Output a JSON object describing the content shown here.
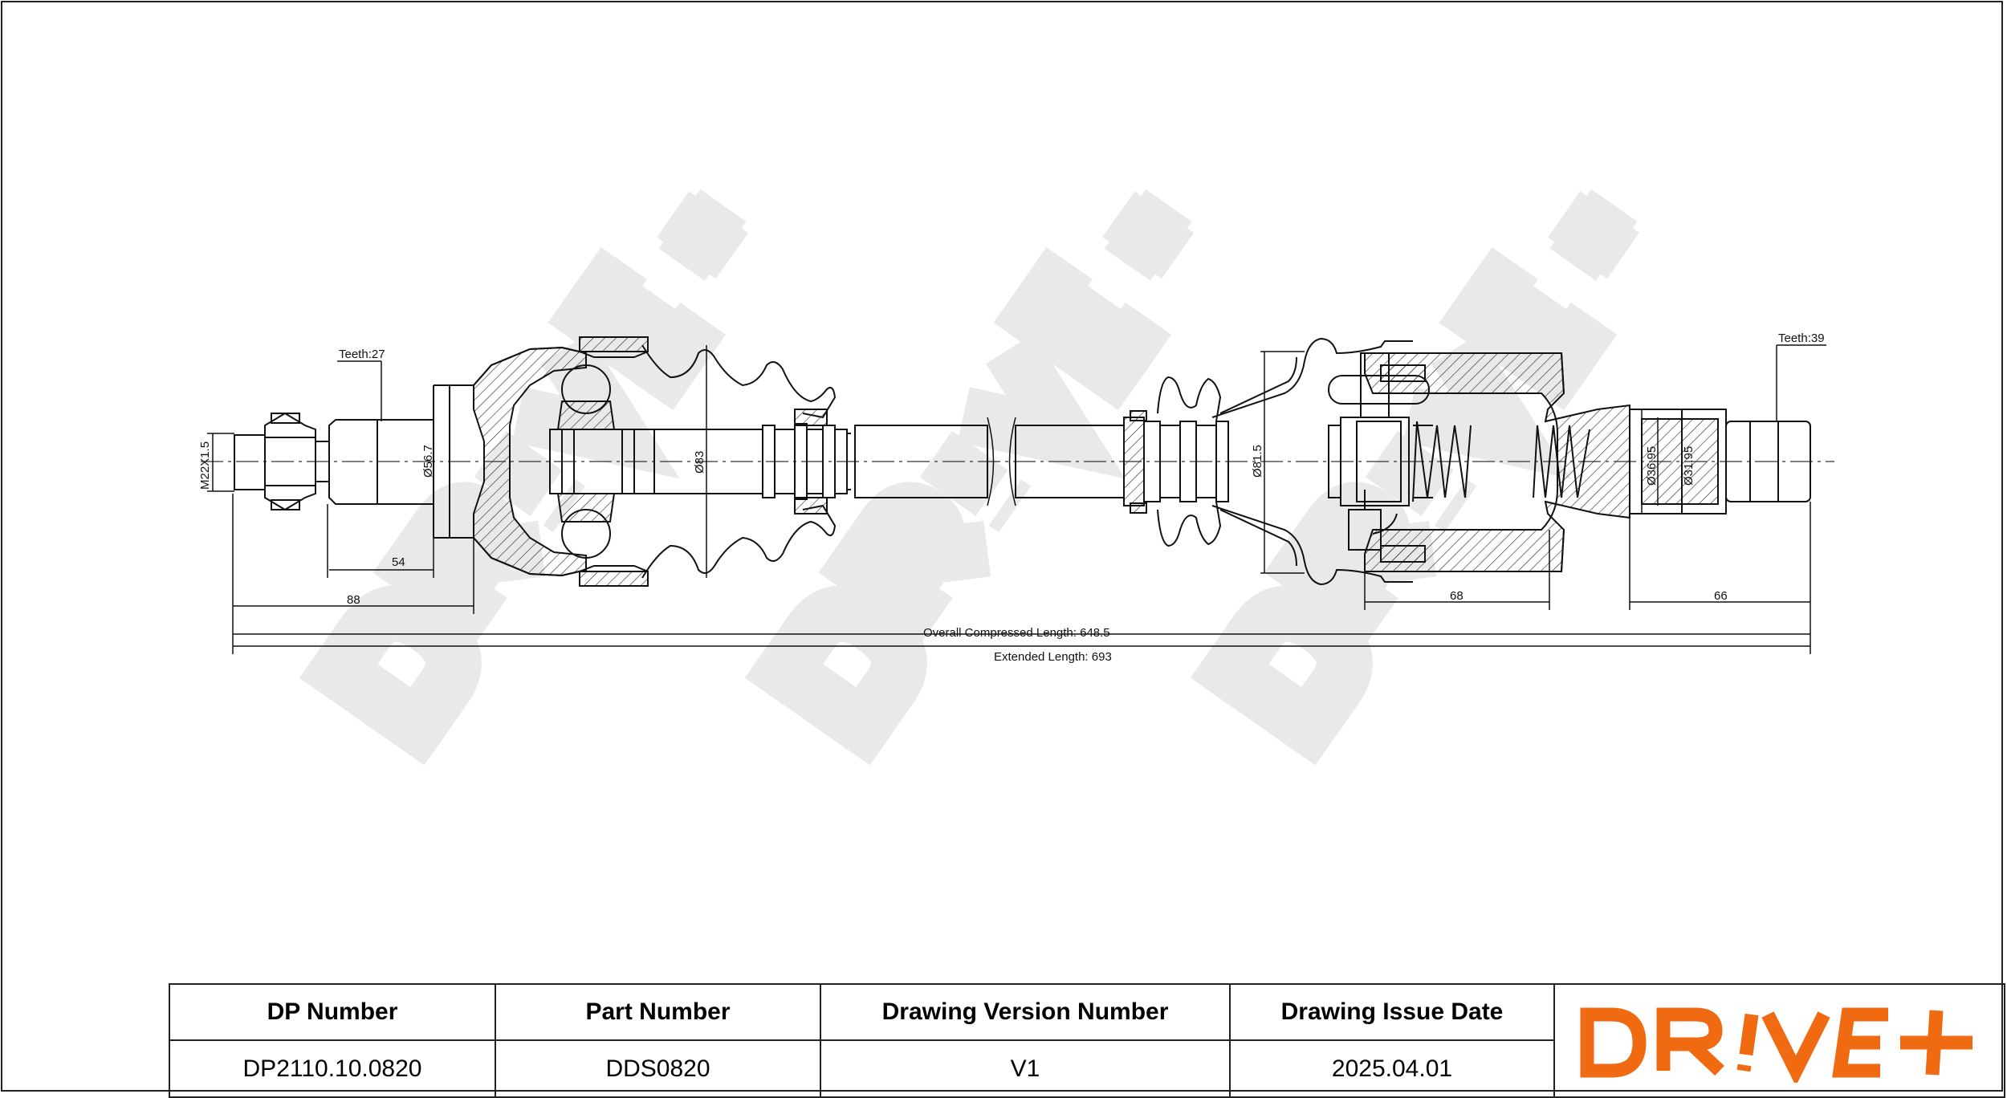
{
  "drawing": {
    "teeth_left": "Teeth:27",
    "teeth_right": "Teeth:39",
    "thread_left": "M22X1.5",
    "dia_left_shaft": "Ø56.7",
    "dia_left_joint": "Ø83",
    "dia_right_joint": "Ø81.5",
    "dia_right_spline_outer": "Ø36.95",
    "dia_right_spline_inner": "Ø31.95",
    "len_54": "54",
    "len_88": "88",
    "len_68": "68",
    "len_66": "66",
    "overall_compressed": "Overall  Compressed  Length: 648.5",
    "extended_length": "Extended  Length: 693"
  },
  "title_block": {
    "headers": [
      "DP Number",
      "Part Number",
      "Drawing Version Number",
      "Drawing Issue Date"
    ],
    "values": [
      "DP2110.10.0820",
      "DDS0820",
      "V1",
      "2025.04.01"
    ]
  },
  "logo": {
    "text": "DR!VE+",
    "color": "#f06a12"
  },
  "watermark": {
    "text": "DR!VE+",
    "color": "#e9e9e9"
  }
}
